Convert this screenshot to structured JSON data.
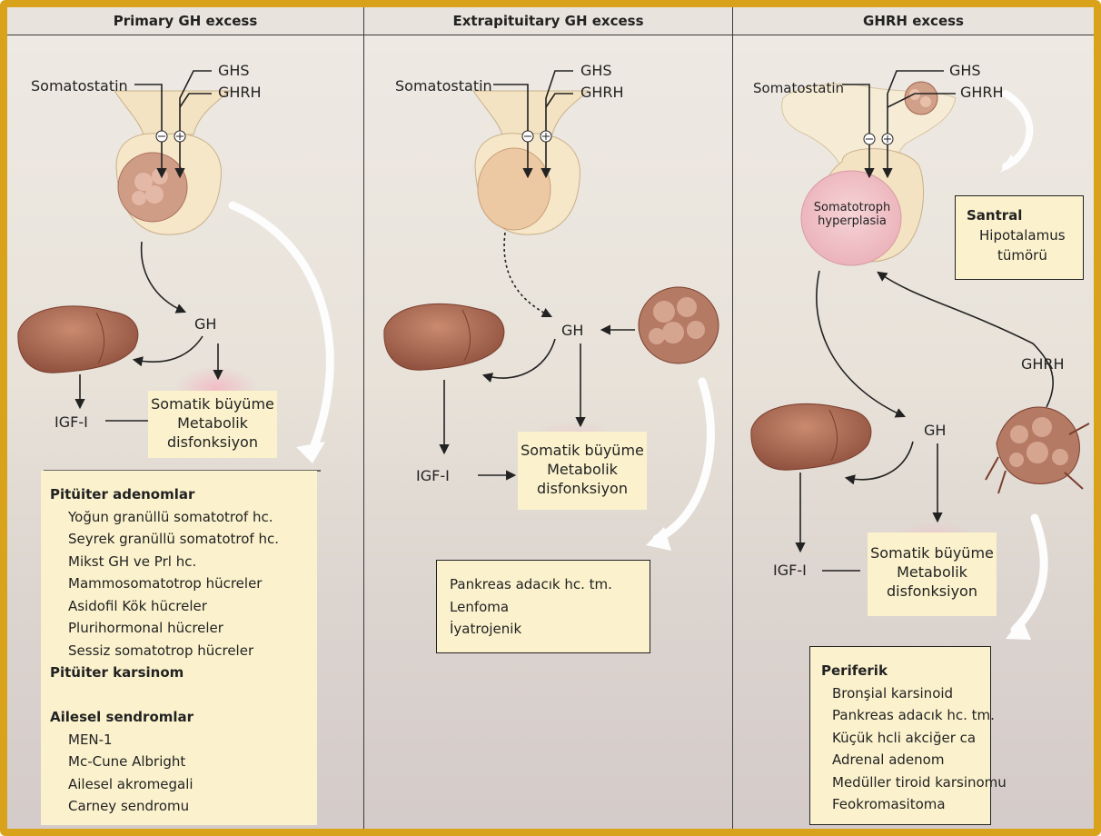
{
  "panels": [
    {
      "title": "Primary GH excess"
    },
    {
      "title": "Extrapituitary GH excess"
    },
    {
      "title": "GHRH excess"
    }
  ],
  "labels": {
    "somatostatin": "Somatostatin",
    "ghs": "GHS",
    "ghrh": "GHRH",
    "gh": "GH",
    "igf": "IGF-I",
    "somatotroph": "Somatotroph",
    "hyperplasia": "hyperplasia"
  },
  "effect_box": [
    "Somatik büyüme",
    "Metabolik",
    "disfonksiyon"
  ],
  "primary_list": [
    {
      "text": "Pitüiter adenomlar",
      "bold": true
    },
    {
      "text": "Yoğun granüllü somatotrof hc."
    },
    {
      "text": "Seyrek granüllü somatotrof hc."
    },
    {
      "text": "Mikst GH ve Prl hc."
    },
    {
      "text": "Mammosomatotrop hücreler"
    },
    {
      "text": "Asidofil Kök hücreler"
    },
    {
      "text": "Plurihormonal hücreler"
    },
    {
      "text": "Sessiz somatotrop hücreler"
    },
    {
      "text": "Pitüiter karsinom",
      "bold": true
    },
    {
      "text": ""
    },
    {
      "text": "Ailesel sendromlar",
      "bold": true
    },
    {
      "text": "MEN-1"
    },
    {
      "text": "Mc-Cune Albright"
    },
    {
      "text": "Ailesel akromegali"
    },
    {
      "text": "Carney sendromu"
    }
  ],
  "extrapituitary_list": [
    "Pankreas adacık hc. tm.",
    "Lenfoma",
    "İyatrojenik"
  ],
  "central_box": {
    "title": "Santral",
    "lines": [
      "Hipotalamus",
      "tümörü"
    ]
  },
  "peripheral_list": {
    "title": "Periferik",
    "items": [
      "Bronşial karsinoid",
      "Pankreas adacık hc. tm.",
      "Küçük hcli akciğer ca",
      "Adrenal adenom",
      "Medüller tiroid karsinomu",
      "Feokromasitoma"
    ]
  },
  "colors": {
    "frame": "#d9a21b",
    "box_fill": "#fbf2cd",
    "organ": "#a86a50",
    "tissue": "#f3e3c3"
  }
}
